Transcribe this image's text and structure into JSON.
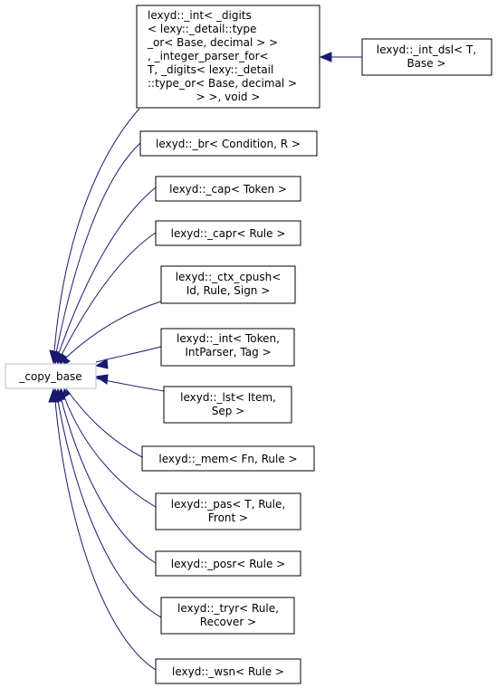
{
  "colors": {
    "edge": "#191970",
    "node_border": "#000000",
    "base_node_border": "#bfbfbf",
    "background": "#ffffff"
  },
  "nodes": {
    "copy_base": {
      "lines": [
        "_copy_base"
      ]
    },
    "int_big": {
      "lines": [
        "lexyd::_int< _digits",
        "< lexy::_detail::type",
        "_or< Base, decimal > >",
        ", _integer_parser_for<",
        " T, _digits< lexy::_detail",
        "::type_or< Base, decimal >",
        " > >, void >"
      ]
    },
    "int_dsl": {
      "lines": [
        "lexyd::_int_dsl< T,",
        "Base >"
      ]
    },
    "br": {
      "lines": [
        "lexyd::_br< Condition, R >"
      ]
    },
    "cap": {
      "lines": [
        "lexyd::_cap< Token >"
      ]
    },
    "capr": {
      "lines": [
        "lexyd::_capr< Rule >"
      ]
    },
    "ctx_cpush": {
      "lines": [
        "lexyd::_ctx_cpush<",
        "Id, Rule, Sign >"
      ]
    },
    "int_token": {
      "lines": [
        "lexyd::_int< Token,",
        "IntParser, Tag >"
      ]
    },
    "lst": {
      "lines": [
        "lexyd::_lst< Item,",
        "Sep >"
      ]
    },
    "mem": {
      "lines": [
        "lexyd::_mem< Fn, Rule >"
      ]
    },
    "pas": {
      "lines": [
        "lexyd::_pas< T, Rule,",
        "Front >"
      ]
    },
    "posr": {
      "lines": [
        "lexyd::_posr< Rule >"
      ]
    },
    "tryr": {
      "lines": [
        "lexyd::_tryr< Rule,",
        "Recover >"
      ]
    },
    "wsn": {
      "lines": [
        "lexyd::_wsn< Rule >"
      ]
    }
  }
}
